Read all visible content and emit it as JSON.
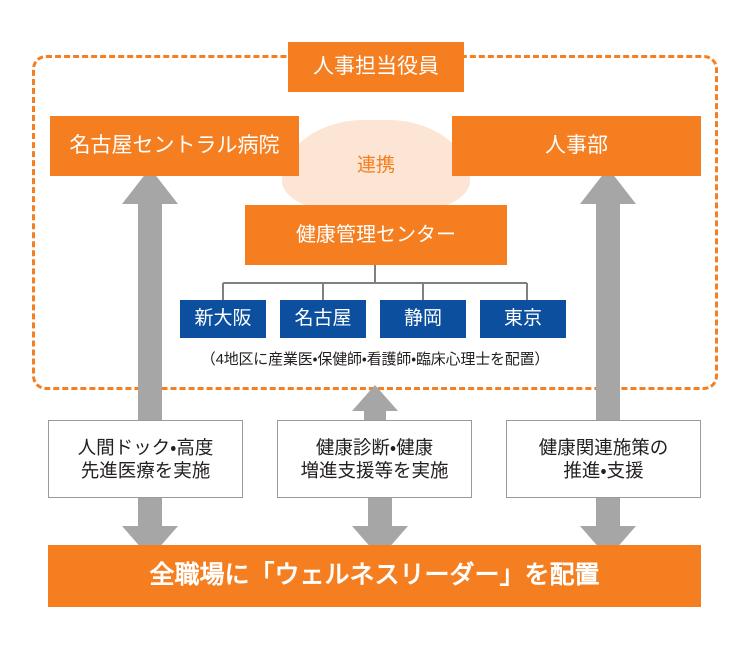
{
  "diagram": {
    "title_node": {
      "label": "人事担当役員"
    },
    "top_nodes": [
      {
        "label": "名古屋セントラル病院"
      },
      {
        "label": "人事部"
      }
    ],
    "link_badge": {
      "label": "連携"
    },
    "center_node": {
      "label": "健康管理センター"
    },
    "site_nodes": [
      {
        "label": "新大阪"
      },
      {
        "label": "名古屋"
      },
      {
        "label": "静岡"
      },
      {
        "label": "東京"
      }
    ],
    "site_note": "（4地区に産業医・保健師・看護師・臨床心理士を配置）",
    "task_nodes": [
      {
        "line1": "人間ドック・高度",
        "line2": "先進医療を実施"
      },
      {
        "line1": "健康診断・健康",
        "line2": "増進支援等を実施"
      },
      {
        "line1": "健康関連施策の",
        "line2": "推進・支援"
      }
    ],
    "bottom_node": {
      "label": "全職場に「ウェルネスリーダー」を配置"
    },
    "colors": {
      "orange": "#f57f20",
      "blue": "#0b4f9e",
      "peach": "#fce5d5",
      "arrow_gray": "#a6a6a6",
      "connector_gray": "#808080",
      "box_border": "#9a9a9a",
      "text_dark": "#231f20"
    }
  }
}
